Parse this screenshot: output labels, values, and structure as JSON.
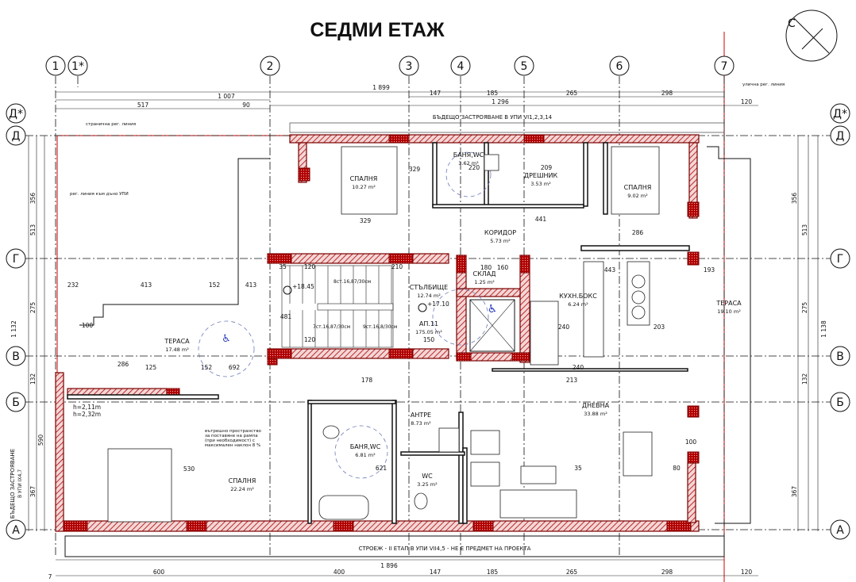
{
  "title": "СЕДМИ ЕТАЖ",
  "north_letter": "С",
  "column_axes": [
    "1",
    "1*",
    "2",
    "3",
    "4",
    "5",
    "6",
    "7"
  ],
  "row_axes": [
    "Д*",
    "Д",
    "Г",
    "В",
    "Б",
    "А"
  ],
  "annotations": {
    "side_line": "странична рег. линия",
    "back_line": "рег. линия към дъно УПИ",
    "street_line": "улична рег. линия",
    "future_top": "БЪДЕЩО ЗАСТРОЯВАНЕ В УПИ VI1,2,3,14",
    "future_left_1": "БЪДЕЩО ЗАСТРОЯВАНЕ",
    "future_left_2": "В УПИ IX4,7",
    "bottom_note": "СТРОЕЖ - II ЕТАП В УПИ VII4,5 - НЕ Е ПРЕДМЕТ НА ПРОЕКТА",
    "ramp_note": [
      "вътрешно пространство",
      "за поставяне на рампа",
      "(при необходимост) с",
      "максимален наклон 8 %"
    ],
    "heights": [
      "h=2,11m",
      "h=2,32m"
    ],
    "stairs": [
      "8ст.16,87/30см",
      "7ст.16,87/30см",
      "9ст.16,8/30см"
    ],
    "elevations": [
      "+18.45",
      "+17.10"
    ]
  },
  "rooms": [
    {
      "name": "СПАЛНЯ",
      "area": "10.27 m²"
    },
    {
      "name": "БАНЯ,WC",
      "area": "3.62 m²"
    },
    {
      "name": "ДРЕШНИК",
      "area": "3.53 m²"
    },
    {
      "name": "СПАЛНЯ",
      "area": "9.02 m²"
    },
    {
      "name": "КОРИДОР",
      "area": "5.73 m²"
    },
    {
      "name": "СКЛАД",
      "area": "1.25 m²"
    },
    {
      "name": "СТЪЛБИЩЕ",
      "area": "12.74 m²"
    },
    {
      "name": "АП.11",
      "area": "175.05 m²"
    },
    {
      "name": "КУХН.БОКС",
      "area": "6.24 m²"
    },
    {
      "name": "ТЕРАСА",
      "area": "19.10 m²"
    },
    {
      "name": "ТЕРАСА",
      "area": "17.48 m²"
    },
    {
      "name": "АНТРЕ",
      "area": "8.73 m²"
    },
    {
      "name": "ДНЕВНА",
      "area": "33.88 m²"
    },
    {
      "name": "БАНЯ,WC",
      "area": "6.81 m²"
    },
    {
      "name": "WC",
      "area": "3.25 m²"
    },
    {
      "name": "СПАЛНЯ",
      "area": "22.24 m²"
    }
  ],
  "dimensions": {
    "top": [
      "1 899",
      "1 007",
      "517",
      "90",
      "147",
      "185",
      "265",
      "298",
      "1 296",
      "120"
    ],
    "bottom": [
      "1 896",
      "600",
      "400",
      "147",
      "185",
      "265",
      "298",
      "120",
      "7"
    ],
    "left": [
      "356",
      "513",
      "275",
      "1 132",
      "132",
      "590",
      "367"
    ],
    "right": [
      "356",
      "513",
      "275",
      "1 138",
      "132",
      "367"
    ],
    "interior": [
      "329",
      "329",
      "220",
      "209",
      "441",
      "286",
      "443",
      "193",
      "180",
      "210",
      "160",
      "120",
      "120",
      "35",
      "150",
      "240",
      "203",
      "240",
      "481",
      "100",
      "413",
      "286",
      "125",
      "152",
      "692",
      "530",
      "178",
      "213",
      "621",
      "35",
      "100",
      "80",
      "232",
      "413",
      "152"
    ]
  },
  "colors": {
    "wall_red": "#b00000",
    "wall_hatch_bg": "#f3d6d6",
    "ref_line": "#d00000",
    "accessibility": "#2a3fbf"
  }
}
